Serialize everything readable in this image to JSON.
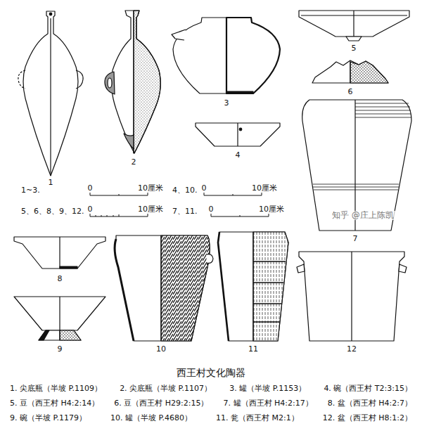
{
  "diagram": {
    "title": "西王村文化陶器",
    "labels": [
      "1",
      "2",
      "3",
      "4",
      "5",
      "6",
      "7",
      "1~3.",
      "0",
      "10厘米",
      "4、10.",
      "0",
      "10厘米",
      "5、6、8、9、12.",
      "0",
      "10厘米",
      "7、11.",
      "0",
      "10厘米",
      "8",
      "9",
      "10",
      "11",
      "12",
      "知乎 @庄上陈凯",
      "1. 尖底瓶（半坡 P.1109）",
      "2. 尖底瓶（半坡 P.1107）",
      "3. 罐（半坡 P.1153）",
      "4. 碗（西王村 T2:3:15）",
      "5. 豆（西王村 H4:2:14）",
      "6. 豆（西王村 H29:2:15）",
      "7. 罐（西王村 H4:2:17）",
      "8. 盆（西王村 H4:2:7）",
      "9. 碗（半坡 P.1179）",
      "10. 罐（半坡 P.4680）",
      "11. 瓮（西王村 M2:1）",
      "12. 盆（西王村 H8:1:2）"
    ]
  }
}
